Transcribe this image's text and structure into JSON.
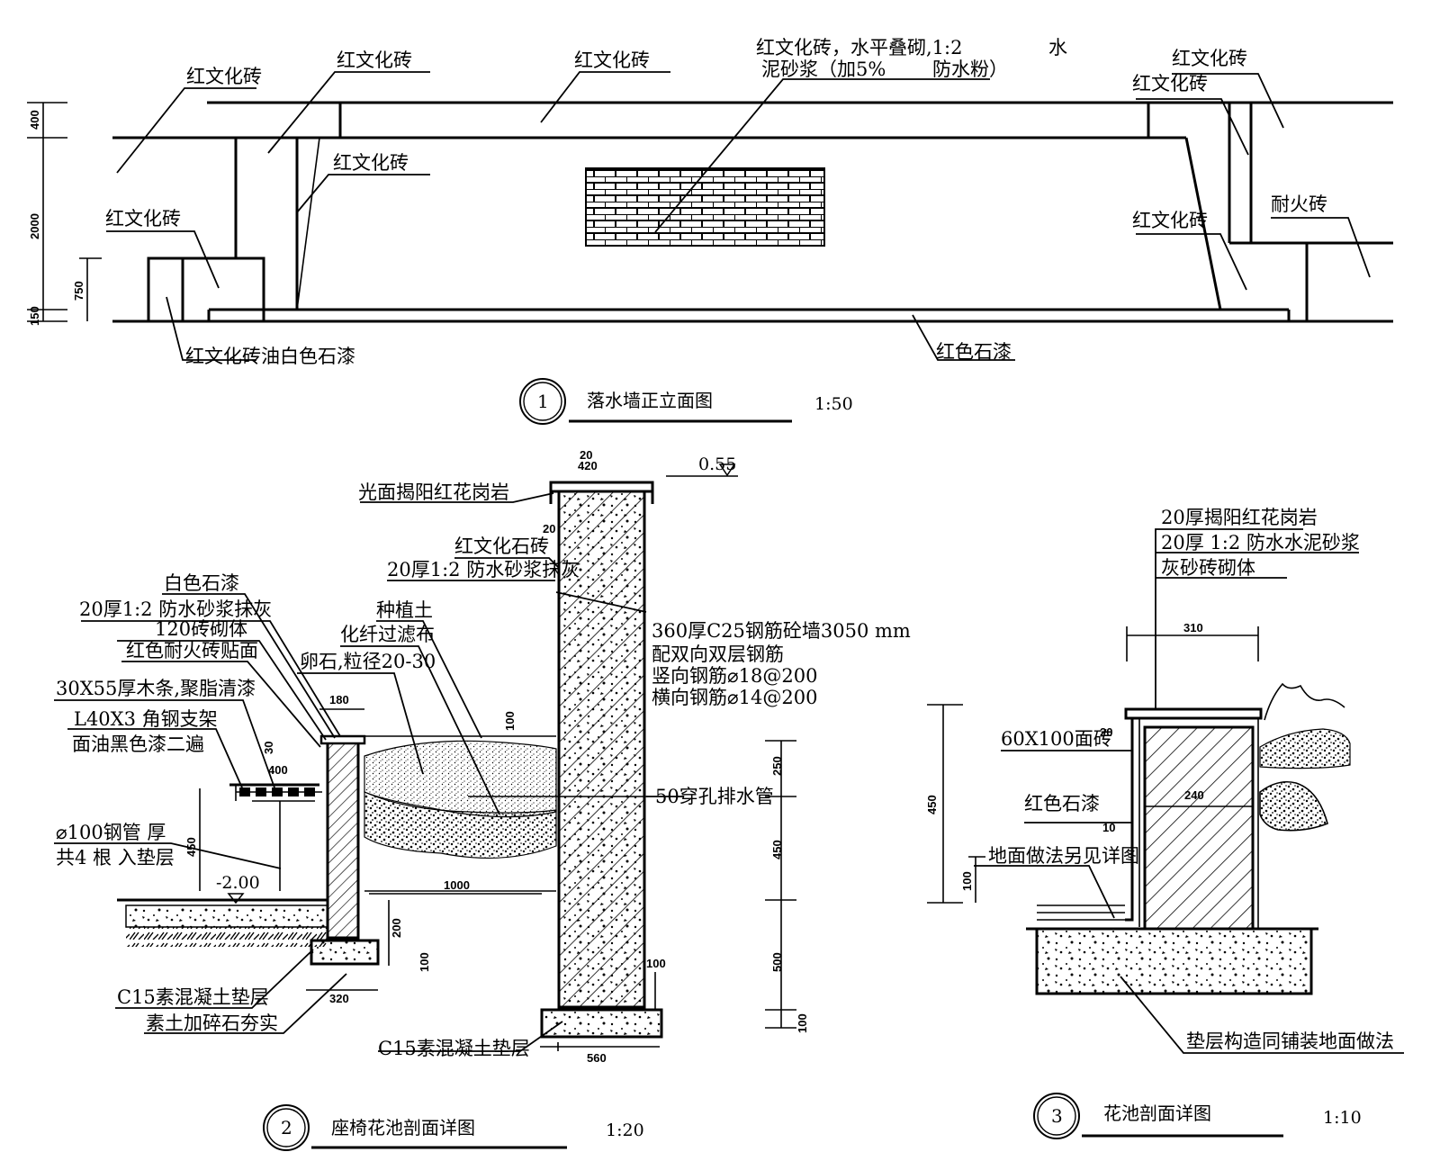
{
  "elevation": {
    "labels": {
      "l1": "红文化砖",
      "l2": "红文化砖",
      "l3": "红文化砖",
      "l4a": "红文化砖，水平叠砌,1:2",
      "l4b": "水",
      "l4c": "泥砂浆（加5%",
      "l4d": "防水粉）",
      "l5": "红文化砖",
      "l6": "红文化砖",
      "l7": "红文化砖",
      "l8": "红文化砖",
      "l9": "红文化砖",
      "l10": "耐火砖",
      "l11": "红文化砖油白色石漆",
      "l12": "红色石漆"
    },
    "dims": [
      "400",
      "2000",
      "750",
      "150"
    ],
    "title": {
      "num": "1",
      "name": "落水墙正立面图",
      "scale": "1:50"
    }
  },
  "section2": {
    "labels": {
      "a1": "光面揭阳红花岗岩",
      "a2": "红文化石砖",
      "a3": "20厚1:2  防水砂浆抹灰",
      "a4": "种植土",
      "a5": "化纤过滤布",
      "a6": "卵石,粒径20-30",
      "a7": "白色石漆",
      "a8": "20厚1:2  防水砂浆抹灰",
      "a9": "120砖砌体",
      "a10": "红色耐火砖贴面",
      "a11": "30X55厚木条,聚脂清漆",
      "a12": "L40X3  角钢支架",
      "a13": "面油黑色漆二遍",
      "a14": "⌀100钢管  厚",
      "a15": "共4 根  入垫层",
      "a16": "360厚C25钢筋砼墙3050   mm",
      "a17": "配双向双层钢筋",
      "a18": "竖向钢筋⌀18@200",
      "a19": "横向钢筋⌀14@200",
      "a20": "50穿孔排水管",
      "a21": "C15素混凝土垫层",
      "a22": "素土加碎石夯实",
      "a23": "C15素混凝土垫层",
      "elev1": "0.55",
      "elev2": "-2.00"
    },
    "dims": [
      "20",
      "420",
      "20",
      "180",
      "30",
      "400",
      "100",
      "250",
      "450",
      "500",
      "100",
      "450",
      "1000",
      "200",
      "100",
      "320",
      "100",
      "560"
    ],
    "title": {
      "num": "2",
      "name": "座椅花池剖面详图",
      "scale": "1:20"
    }
  },
  "section3": {
    "labels": {
      "b1": "20厚揭阳红花岗岩",
      "b2": "20厚 1:2 防水水泥砂浆",
      "b3": "灰砂砖砌体",
      "b4": "60X100面砖",
      "b5": "红色石漆",
      "b6": "地面做法另见详图",
      "b7": "垫层构造同铺装地面做法"
    },
    "dims": [
      "310",
      "20",
      "240",
      "10",
      "450",
      "100"
    ],
    "title": {
      "num": "3",
      "name": "花池剖面详图",
      "scale": "1:10"
    }
  }
}
